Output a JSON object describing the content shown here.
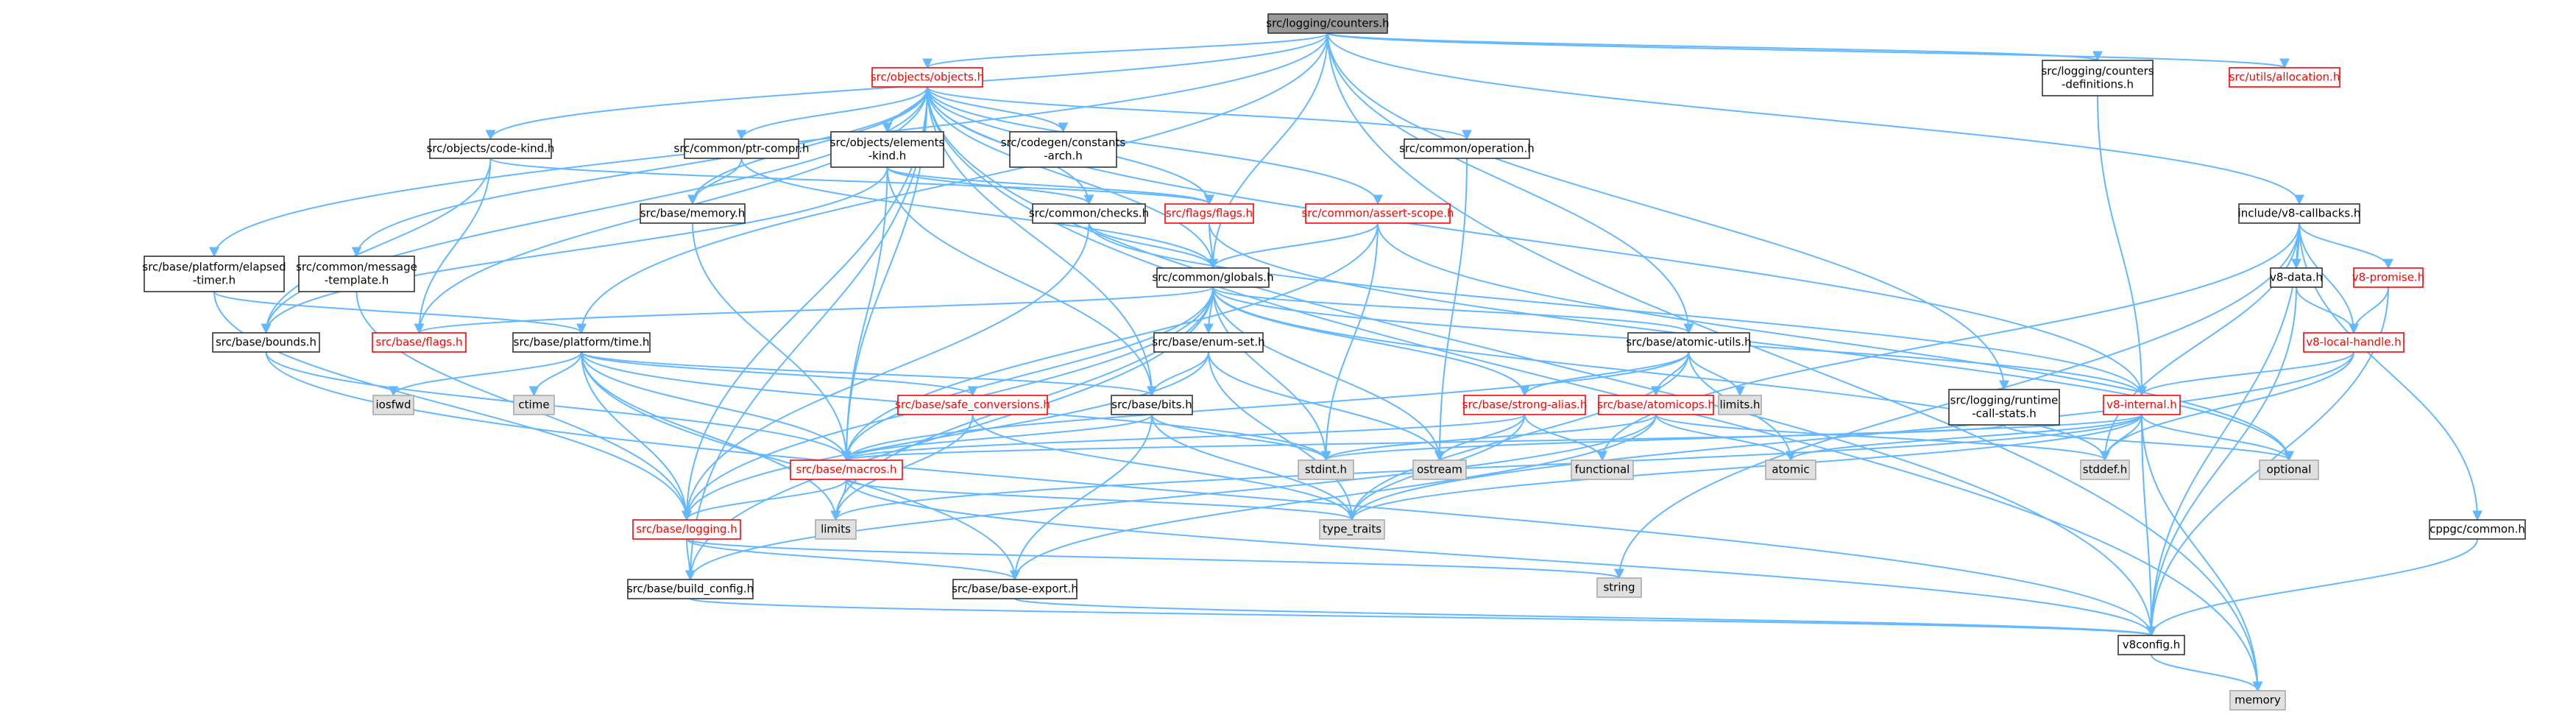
{
  "colors": {
    "edge": "#63b8ff",
    "root_fill": "#999999",
    "normal_fill": "#ffffff",
    "external_fill": "#e0e0e0",
    "normal_border": "#333333",
    "external_border": "#aaaaaa",
    "truncated_border": "#ff0000",
    "truncated_text": "#ff0000",
    "text": "#000000"
  },
  "nodes": [
    {
      "id": "root",
      "kind": "root",
      "lines": [
        "src/logging/counters.h"
      ]
    },
    {
      "id": "objects",
      "kind": "truncated",
      "lines": [
        "src/objects/objects.h"
      ]
    },
    {
      "id": "counters_def",
      "kind": "normal",
      "lines": [
        "src/logging/counters",
        "-definitions.h"
      ]
    },
    {
      "id": "utils_alloc",
      "kind": "truncated",
      "lines": [
        "src/utils/allocation.h"
      ]
    },
    {
      "id": "code_kind",
      "kind": "normal",
      "lines": [
        "src/objects/code-kind.h"
      ]
    },
    {
      "id": "ptr_compr",
      "kind": "normal",
      "lines": [
        "src/common/ptr-compr.h"
      ]
    },
    {
      "id": "elements_kind",
      "kind": "normal",
      "lines": [
        "src/objects/elements",
        "-kind.h"
      ]
    },
    {
      "id": "codegen_consts",
      "kind": "normal",
      "lines": [
        "src/codegen/constants",
        "-arch.h"
      ]
    },
    {
      "id": "operation",
      "kind": "normal",
      "lines": [
        "src/common/operation.h"
      ]
    },
    {
      "id": "v8_callbacks",
      "kind": "normal",
      "lines": [
        "include/v8-callbacks.h"
      ]
    },
    {
      "id": "base_memory",
      "kind": "normal",
      "lines": [
        "src/base/memory.h"
      ]
    },
    {
      "id": "checks",
      "kind": "normal",
      "lines": [
        "src/common/checks.h"
      ]
    },
    {
      "id": "flags_flags",
      "kind": "truncated",
      "lines": [
        "src/flags/flags.h"
      ]
    },
    {
      "id": "assert_scope",
      "kind": "truncated",
      "lines": [
        "src/common/assert-scope.h"
      ]
    },
    {
      "id": "elapsed_timer",
      "kind": "normal",
      "lines": [
        "src/base/platform/elapsed",
        "-timer.h"
      ]
    },
    {
      "id": "msg_template",
      "kind": "normal",
      "lines": [
        "src/common/message",
        "-template.h"
      ]
    },
    {
      "id": "globals",
      "kind": "normal",
      "lines": [
        "src/common/globals.h"
      ]
    },
    {
      "id": "v8_data",
      "kind": "normal",
      "lines": [
        "v8-data.h"
      ]
    },
    {
      "id": "v8_promise",
      "kind": "truncated",
      "lines": [
        "v8-promise.h"
      ]
    },
    {
      "id": "bounds",
      "kind": "normal",
      "lines": [
        "src/base/bounds.h"
      ]
    },
    {
      "id": "base_flags",
      "kind": "truncated",
      "lines": [
        "src/base/flags.h"
      ]
    },
    {
      "id": "platform_time",
      "kind": "normal",
      "lines": [
        "src/base/platform/time.h"
      ]
    },
    {
      "id": "enum_set",
      "kind": "normal",
      "lines": [
        "src/base/enum-set.h"
      ]
    },
    {
      "id": "atomic_utils",
      "kind": "normal",
      "lines": [
        "src/base/atomic-utils.h"
      ]
    },
    {
      "id": "v8_local_handle",
      "kind": "truncated",
      "lines": [
        "v8-local-handle.h"
      ]
    },
    {
      "id": "iosfwd",
      "kind": "external",
      "lines": [
        "iosfwd"
      ]
    },
    {
      "id": "ctime",
      "kind": "external",
      "lines": [
        "ctime"
      ]
    },
    {
      "id": "safe_conv",
      "kind": "truncated",
      "lines": [
        "src/base/safe_conversions.h"
      ]
    },
    {
      "id": "bits",
      "kind": "normal",
      "lines": [
        "src/base/bits.h"
      ]
    },
    {
      "id": "strong_alias",
      "kind": "truncated",
      "lines": [
        "src/base/strong-alias.h"
      ]
    },
    {
      "id": "atomicops",
      "kind": "truncated",
      "lines": [
        "src/base/atomicops.h"
      ]
    },
    {
      "id": "limits_h",
      "kind": "external",
      "lines": [
        "limits.h"
      ]
    },
    {
      "id": "rcs",
      "kind": "normal",
      "lines": [
        "src/logging/runtime",
        "-call-stats.h"
      ]
    },
    {
      "id": "v8_internal",
      "kind": "truncated",
      "lines": [
        "v8-internal.h"
      ]
    },
    {
      "id": "macros",
      "kind": "truncated",
      "lines": [
        "src/base/macros.h"
      ]
    },
    {
      "id": "stdint",
      "kind": "external",
      "lines": [
        "stdint.h"
      ]
    },
    {
      "id": "ostream",
      "kind": "external",
      "lines": [
        "ostream"
      ]
    },
    {
      "id": "functional",
      "kind": "external",
      "lines": [
        "functional"
      ]
    },
    {
      "id": "atomic",
      "kind": "external",
      "lines": [
        "atomic"
      ]
    },
    {
      "id": "stddef",
      "kind": "external",
      "lines": [
        "stddef.h"
      ]
    },
    {
      "id": "optional",
      "kind": "external",
      "lines": [
        "optional"
      ]
    },
    {
      "id": "logging",
      "kind": "truncated",
      "lines": [
        "src/base/logging.h"
      ]
    },
    {
      "id": "limits",
      "kind": "external",
      "lines": [
        "limits"
      ]
    },
    {
      "id": "type_traits",
      "kind": "external",
      "lines": [
        "type_traits"
      ]
    },
    {
      "id": "cppgc_common",
      "kind": "normal",
      "lines": [
        "cppgc/common.h"
      ]
    },
    {
      "id": "string",
      "kind": "external",
      "lines": [
        "string"
      ]
    },
    {
      "id": "build_config",
      "kind": "normal",
      "lines": [
        "src/base/build_config.h"
      ]
    },
    {
      "id": "base_export",
      "kind": "normal",
      "lines": [
        "src/base/base-export.h"
      ]
    },
    {
      "id": "v8config",
      "kind": "normal",
      "lines": [
        "v8config.h"
      ]
    },
    {
      "id": "memory",
      "kind": "external",
      "lines": [
        "memory"
      ]
    }
  ],
  "edges": [
    [
      "root",
      "objects"
    ],
    [
      "root",
      "counters_def"
    ],
    [
      "root",
      "utils_alloc"
    ],
    [
      "root",
      "code_kind"
    ],
    [
      "root",
      "elapsed_timer"
    ],
    [
      "root",
      "platform_time"
    ],
    [
      "root",
      "globals"
    ],
    [
      "root",
      "atomic_utils"
    ],
    [
      "root",
      "rcs"
    ],
    [
      "root",
      "v8_callbacks"
    ],
    [
      "root",
      "memory"
    ],
    [
      "objects",
      "ptr_compr"
    ],
    [
      "objects",
      "elements_kind"
    ],
    [
      "objects",
      "codegen_consts"
    ],
    [
      "objects",
      "operation"
    ],
    [
      "objects",
      "base_memory"
    ],
    [
      "objects",
      "checks"
    ],
    [
      "objects",
      "flags_flags"
    ],
    [
      "objects",
      "assert_scope"
    ],
    [
      "objects",
      "msg_template"
    ],
    [
      "objects",
      "globals"
    ],
    [
      "objects",
      "bounds"
    ],
    [
      "objects",
      "base_flags"
    ],
    [
      "objects",
      "bits"
    ],
    [
      "objects",
      "v8_internal"
    ],
    [
      "objects",
      "memory"
    ],
    [
      "objects",
      "macros"
    ],
    [
      "objects",
      "logging"
    ],
    [
      "objects",
      "build_config"
    ],
    [
      "objects",
      "v8config"
    ],
    [
      "counters_def",
      "v8_internal"
    ],
    [
      "code_kind",
      "flags_flags"
    ],
    [
      "code_kind",
      "base_flags"
    ],
    [
      "code_kind",
      "bounds"
    ],
    [
      "ptr_compr",
      "base_memory"
    ],
    [
      "ptr_compr",
      "globals"
    ],
    [
      "elements_kind",
      "flags_flags"
    ],
    [
      "elements_kind",
      "macros"
    ],
    [
      "elements_kind",
      "bits"
    ],
    [
      "elements_kind",
      "checks"
    ],
    [
      "elements_kind",
      "bounds"
    ],
    [
      "operation",
      "ostream"
    ],
    [
      "base_memory",
      "macros"
    ],
    [
      "checks",
      "globals"
    ],
    [
      "checks",
      "v8_internal"
    ],
    [
      "checks",
      "logging"
    ],
    [
      "flags_flags",
      "globals"
    ],
    [
      "flags_flags",
      "optional"
    ],
    [
      "assert_scope",
      "globals"
    ],
    [
      "assert_scope",
      "macros"
    ],
    [
      "assert_scope",
      "stdint"
    ],
    [
      "assert_scope",
      "optional"
    ],
    [
      "elapsed_timer",
      "platform_time"
    ],
    [
      "elapsed_timer",
      "logging"
    ],
    [
      "msg_template",
      "logging"
    ],
    [
      "globals",
      "base_flags"
    ],
    [
      "globals",
      "enum_set"
    ],
    [
      "globals",
      "atomic_utils"
    ],
    [
      "globals",
      "strong_alias"
    ],
    [
      "globals",
      "logging"
    ],
    [
      "globals",
      "macros"
    ],
    [
      "globals",
      "v8_internal"
    ],
    [
      "globals",
      "stdint"
    ],
    [
      "globals",
      "ostream"
    ],
    [
      "globals",
      "limits"
    ],
    [
      "globals",
      "stddef"
    ],
    [
      "globals",
      "build_config"
    ],
    [
      "platform_time",
      "iosfwd"
    ],
    [
      "platform_time",
      "ctime"
    ],
    [
      "platform_time",
      "safe_conv"
    ],
    [
      "platform_time",
      "bits"
    ],
    [
      "platform_time",
      "macros"
    ],
    [
      "platform_time",
      "limits"
    ],
    [
      "platform_time",
      "stdint"
    ],
    [
      "platform_time",
      "base_export"
    ],
    [
      "platform_time",
      "logging"
    ],
    [
      "enum_set",
      "bits"
    ],
    [
      "enum_set",
      "logging"
    ],
    [
      "enum_set",
      "type_traits"
    ],
    [
      "enum_set",
      "ostream"
    ],
    [
      "atomic_utils",
      "limits_h"
    ],
    [
      "atomic_utils",
      "atomicops"
    ],
    [
      "atomic_utils",
      "strong_alias"
    ],
    [
      "atomic_utils",
      "macros"
    ],
    [
      "atomic_utils",
      "atomic"
    ],
    [
      "atomic_utils",
      "type_traits"
    ],
    [
      "safe_conv",
      "limits"
    ],
    [
      "safe_conv",
      "type_traits"
    ],
    [
      "bits",
      "macros"
    ],
    [
      "bits",
      "stdint"
    ],
    [
      "bits",
      "type_traits"
    ],
    [
      "bits",
      "base_export"
    ],
    [
      "strong_alias",
      "macros"
    ],
    [
      "strong_alias",
      "functional"
    ],
    [
      "strong_alias",
      "type_traits"
    ],
    [
      "strong_alias",
      "ostream"
    ],
    [
      "atomicops",
      "stdint"
    ],
    [
      "atomicops",
      "stddef"
    ],
    [
      "atomicops",
      "atomic"
    ],
    [
      "atomicops",
      "base_export"
    ],
    [
      "atomicops",
      "build_config"
    ],
    [
      "bounds",
      "macros"
    ],
    [
      "bounds",
      "v8config"
    ],
    [
      "macros",
      "logging"
    ],
    [
      "macros",
      "limits"
    ],
    [
      "macros",
      "type_traits"
    ],
    [
      "macros",
      "v8config"
    ],
    [
      "logging",
      "build_config"
    ],
    [
      "logging",
      "base_export"
    ],
    [
      "logging",
      "string"
    ],
    [
      "build_config",
      "v8config"
    ],
    [
      "base_export",
      "v8config"
    ],
    [
      "rcs",
      "macros"
    ],
    [
      "rcs",
      "optional"
    ],
    [
      "v8_callbacks",
      "v8_data"
    ],
    [
      "v8_callbacks",
      "v8_promise"
    ],
    [
      "v8_callbacks",
      "v8_local_handle"
    ],
    [
      "v8_callbacks",
      "cppgc_common"
    ],
    [
      "v8_callbacks",
      "v8config"
    ],
    [
      "v8_callbacks",
      "string"
    ],
    [
      "v8_callbacks",
      "stddef"
    ],
    [
      "v8_callbacks",
      "functional"
    ],
    [
      "v8_data",
      "v8_local_handle"
    ],
    [
      "v8_data",
      "v8config"
    ],
    [
      "v8_promise",
      "v8_local_handle"
    ],
    [
      "v8_promise",
      "v8config"
    ],
    [
      "v8_local_handle",
      "v8_internal"
    ],
    [
      "v8_local_handle",
      "stddef"
    ],
    [
      "v8_local_handle",
      "type_traits"
    ],
    [
      "v8_internal",
      "v8config"
    ],
    [
      "v8_internal",
      "stddef"
    ],
    [
      "v8_internal",
      "stdint"
    ],
    [
      "v8_internal",
      "atomic"
    ],
    [
      "v8_internal",
      "memory"
    ],
    [
      "v8_internal",
      "optional"
    ],
    [
      "v8_internal",
      "type_traits"
    ],
    [
      "v8_internal",
      "limits"
    ],
    [
      "cppgc_common",
      "v8config"
    ],
    [
      "v8config",
      "memory"
    ]
  ]
}
